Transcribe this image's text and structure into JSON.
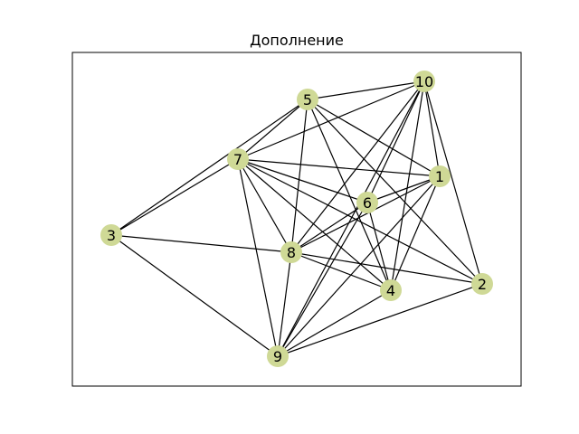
{
  "title": "Дополнение",
  "style": {
    "node_color": "#cfd996",
    "edge_color": "#000000",
    "background": "#ffffff"
  },
  "graph": {
    "nodes": [
      "1",
      "2",
      "3",
      "4",
      "5",
      "6",
      "7",
      "8",
      "9",
      "10"
    ],
    "edges": [
      [
        "1",
        "7"
      ],
      [
        "1",
        "5"
      ],
      [
        "1",
        "10"
      ],
      [
        "1",
        "6"
      ],
      [
        "1",
        "8"
      ],
      [
        "1",
        "4"
      ],
      [
        "1",
        "9"
      ],
      [
        "2",
        "10"
      ],
      [
        "2",
        "5"
      ],
      [
        "2",
        "7"
      ],
      [
        "2",
        "8"
      ],
      [
        "2",
        "9"
      ],
      [
        "3",
        "7"
      ],
      [
        "3",
        "5"
      ],
      [
        "3",
        "8"
      ],
      [
        "3",
        "9"
      ],
      [
        "4",
        "5"
      ],
      [
        "4",
        "6"
      ],
      [
        "4",
        "7"
      ],
      [
        "4",
        "8"
      ],
      [
        "4",
        "9"
      ],
      [
        "4",
        "10"
      ],
      [
        "5",
        "7"
      ],
      [
        "5",
        "8"
      ],
      [
        "5",
        "10"
      ],
      [
        "6",
        "7"
      ],
      [
        "6",
        "8"
      ],
      [
        "6",
        "9"
      ],
      [
        "6",
        "10"
      ],
      [
        "7",
        "8"
      ],
      [
        "7",
        "9"
      ],
      [
        "7",
        "10"
      ],
      [
        "8",
        "9"
      ],
      [
        "8",
        "10"
      ],
      [
        "9",
        "10"
      ]
    ]
  }
}
